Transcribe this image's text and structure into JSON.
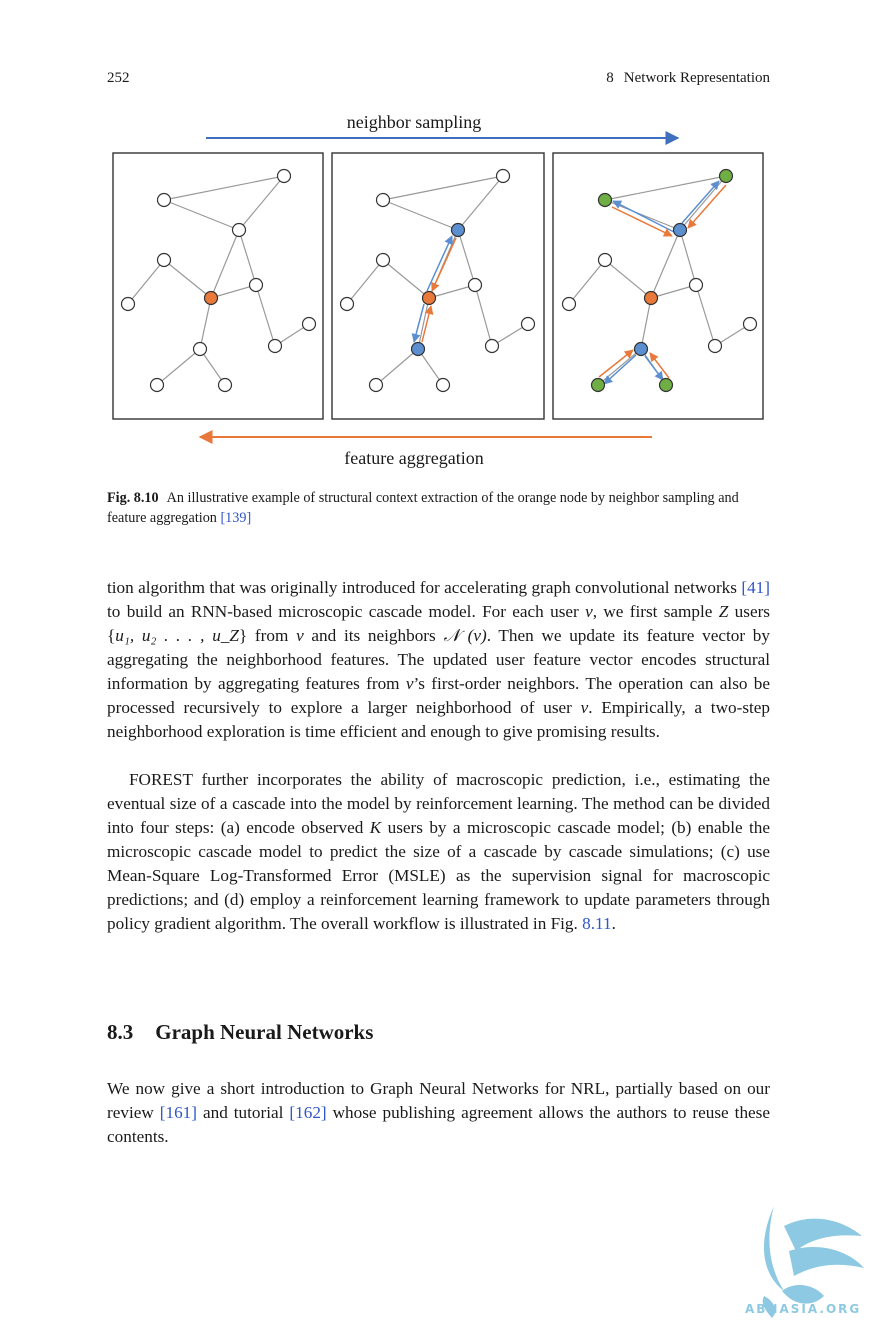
{
  "header": {
    "page_number": "252",
    "chapter_number": "8",
    "chapter_title": "Network Representation"
  },
  "figure": {
    "top_label": "neighbor sampling",
    "bottom_label": "feature aggregation",
    "colors": {
      "orange": "#e8793a",
      "blue": "#5b8fd0",
      "green": "#6fae45",
      "sampling_arrow": "#3f6fbf",
      "aggregation_arrow": "#e8793a"
    }
  },
  "caption": {
    "label": "Fig. 8.10",
    "text": "An illustrative example of structural context extraction of the orange node by neighbor sampling and feature aggregation ",
    "cite": "[139]"
  },
  "paragraph1": {
    "t1": "tion algorithm that was originally introduced for accelerating graph convolutional networks ",
    "c1": "[41]",
    "t2": " to build an RNN-based microscopic cascade model. For each user ",
    "v1": "v",
    "t3": ", we first sample ",
    "z1": "Z",
    "t4": " users {",
    "set": "u₁, u₂ . . . , u_Z",
    "t5": "} from ",
    "v2": "v",
    "t6": " and its neighbors ",
    "nv": "𝒩 (v)",
    "t7": ". Then we update its feature vector by aggregating the neighborhood features. The updated user feature vector encodes structural information by aggregating features from ",
    "v3": "v",
    "t8": "’s first-order neighbors. The operation can also be processed recursively to explore a larger neighborhood of user ",
    "v4": "v",
    "t9": ". Empirically, a two-step neighborhood exploration is time efficient and enough to give promising results."
  },
  "paragraph2": {
    "t1": "FOREST further incorporates the ability of macroscopic prediction, i.e., estimating the eventual size of a cascade into the model by reinforcement learning. The method can be divided into four steps: (a) encode observed ",
    "k": "K",
    "t2": " users by a microscopic cascade model; (b) enable the microscopic cascade model to predict the size of a cascade by cascade simulations; (c) use Mean-Square Log-Transformed Error (MSLE) as the supervision signal for macroscopic predictions; and (d) employ a reinforcement learning framework to update parameters through policy gradient algorithm. The overall workflow is illustrated in Fig. ",
    "ref": "8.11",
    "t3": "."
  },
  "section": {
    "number": "8.3",
    "title": "Graph Neural Networks"
  },
  "paragraph3": {
    "t1": "We now give a short introduction to Graph Neural Networks for NRL, partially based on our review ",
    "c1": "[161]",
    "t2": " and tutorial ",
    "c2": "[162]",
    "t3": " whose publishing agreement allows the authors to reuse these contents."
  },
  "watermark": {
    "text": "ABNASIA.ORG"
  }
}
